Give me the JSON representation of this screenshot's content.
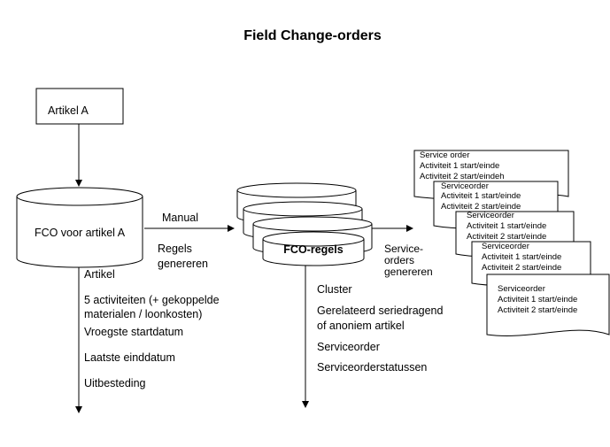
{
  "title": "Field Change-orders",
  "artikel_box": "Artikel A",
  "fco_cylinder": "FCO voor artikel A",
  "manual_label": "Manual",
  "regels_label": [
    "Regels",
    "genereren"
  ],
  "fco_regels": "FCO-regels",
  "service_label": [
    "Service-",
    "orders",
    "genereren"
  ],
  "left_list": [
    "Artikel",
    "5 activiteiten (+ gekoppelde",
    "materialen / loonkosten)",
    "Vroegste startdatum",
    "Laatste einddatum",
    "Uitbesteding"
  ],
  "middle_list": [
    "Cluster",
    "Gerelateerd seriedragend",
    "of anoniem artikel",
    "Serviceorder",
    "Serviceorderstatussen"
  ],
  "documents": [
    {
      "lines": [
        "Service order",
        "Activiteit 1 start/einde",
        "Activiteit 2 start/eindeh"
      ]
    },
    {
      "lines": [
        "Serviceorder",
        "Activiteit 1 start/einde",
        "Activiteit 2 start/einde"
      ]
    },
    {
      "lines": [
        "Serviceorder",
        "Activiteit 1 start/einde",
        "Activiteit 2 start/einde"
      ]
    },
    {
      "lines": [
        "Serviceorder",
        "Activiteit 1 start/einde",
        "Activiteit 2 start/einde"
      ]
    },
    {
      "lines": [
        "Serviceorder",
        "Activiteit 1 start/einde",
        "Activiteit 2 start/einde"
      ]
    }
  ]
}
